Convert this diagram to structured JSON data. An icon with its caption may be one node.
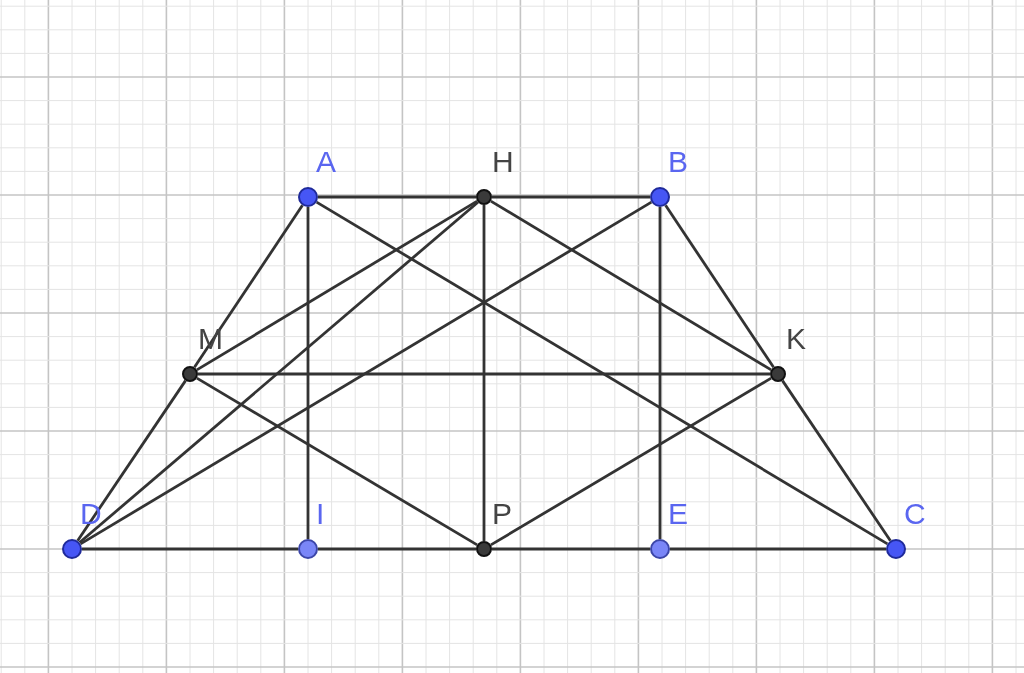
{
  "diagram": {
    "nodes": [
      {
        "text": [
          "A"
        ]
      },
      {
        "text": [
          "H"
        ]
      },
      {
        "text": [
          "B"
        ]
      },
      {
        "text": [
          "M"
        ]
      },
      {
        "text": [
          "K"
        ]
      },
      {
        "text": [
          "D"
        ]
      },
      {
        "text": [
          "I"
        ]
      },
      {
        "text": [
          "P"
        ]
      },
      {
        "text": [
          "E"
        ]
      },
      {
        "text": [
          "C"
        ]
      }
    ],
    "edges": [
      {
        "from": 0,
        "to": 1,
        "arrow": "none"
      },
      {
        "from": 1,
        "to": 2,
        "arrow": "none"
      },
      {
        "from": 0,
        "to": 3,
        "arrow": "none"
      },
      {
        "from": 3,
        "to": 5,
        "arrow": "none"
      },
      {
        "from": 2,
        "to": 4,
        "arrow": "none"
      },
      {
        "from": 4,
        "to": 9,
        "arrow": "none"
      },
      {
        "from": 5,
        "to": 6,
        "arrow": "none"
      },
      {
        "from": 6,
        "to": 7,
        "arrow": "none"
      },
      {
        "from": 7,
        "to": 8,
        "arrow": "none"
      },
      {
        "from": 8,
        "to": 9,
        "arrow": "none"
      },
      {
        "from": 0,
        "to": 6,
        "arrow": "none"
      },
      {
        "from": 1,
        "to": 7,
        "arrow": "none"
      },
      {
        "from": 2,
        "to": 8,
        "arrow": "none"
      },
      {
        "from": 3,
        "to": 4,
        "arrow": "none"
      },
      {
        "from": 0,
        "to": 9,
        "arrow": "none"
      },
      {
        "from": 1,
        "to": 3,
        "arrow": "none"
      },
      {
        "from": 1,
        "to": 5,
        "arrow": "none"
      },
      {
        "from": 1,
        "to": 4,
        "arrow": "none"
      },
      {
        "from": 2,
        "to": 5,
        "arrow": "none"
      },
      {
        "from": 3,
        "to": 7,
        "arrow": "none"
      },
      {
        "from": 7,
        "to": 4,
        "arrow": "none"
      }
    ]
  }
}
